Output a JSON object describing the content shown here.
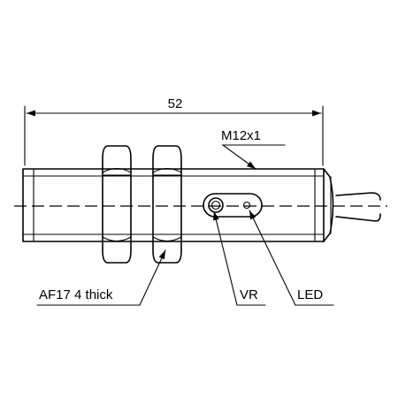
{
  "dimensions": {
    "length": "52",
    "thread": "M12x1"
  },
  "callouts": {
    "nut": "AF17  4 thick",
    "vr": "VR",
    "led": "LED"
  }
}
